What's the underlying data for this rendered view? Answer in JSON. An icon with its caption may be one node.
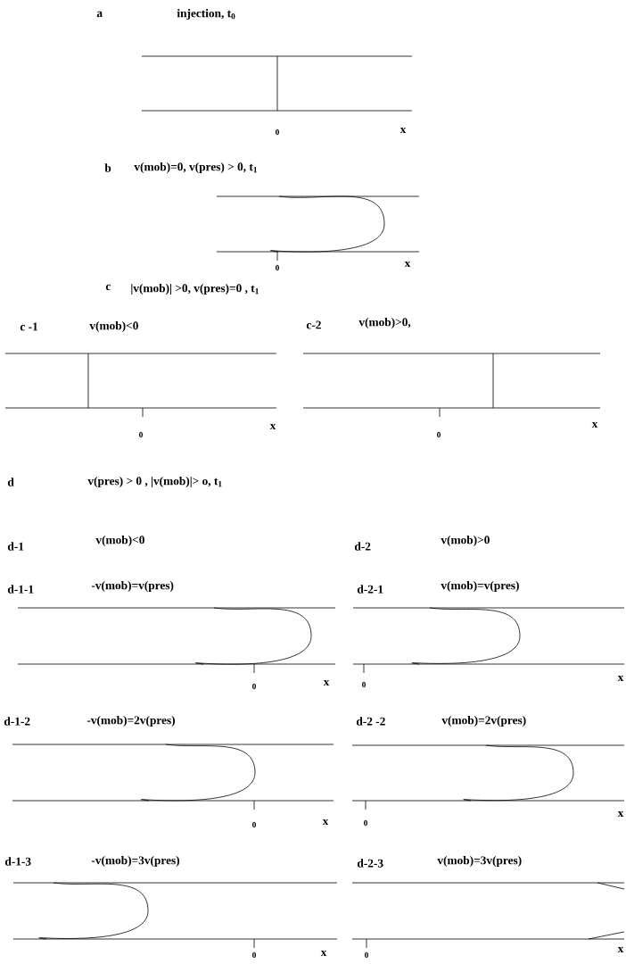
{
  "diagram": {
    "labels": [
      "a",
      "injection, t$_{0}$",
      "0",
      "x",
      "b",
      "v(mob)=0, v(pres) > 0, t$_{1}$",
      "0",
      "x",
      "c",
      "|v(mob)| >0, v(pres)=0 , t$_{1}$",
      "c -1",
      "v(mob)<0",
      "c-2",
      "v(mob)>0,",
      "0",
      "x",
      "0",
      "x",
      "d",
      "v(pres) > 0 , |v(mob)|> o, t$_{1}$",
      "d-1",
      "v(mob)<0",
      "d-2",
      "v(mob)>0",
      "d-1-1",
      "-v(mob)=v(pres)",
      "d-2-1",
      "v(mob)=v(pres)",
      "0",
      "x",
      "0",
      "x",
      "d-1-2",
      "-v(mob)=2v(pres)",
      "d-2 -2",
      "v(mob)=2v(pres)",
      "0",
      "x",
      "0",
      "x",
      "d-1-3",
      "-v(mob)=3v(pres)",
      "d-2-3",
      "v(mob)=3v(pres)",
      "0",
      "x",
      "0",
      "x"
    ]
  }
}
